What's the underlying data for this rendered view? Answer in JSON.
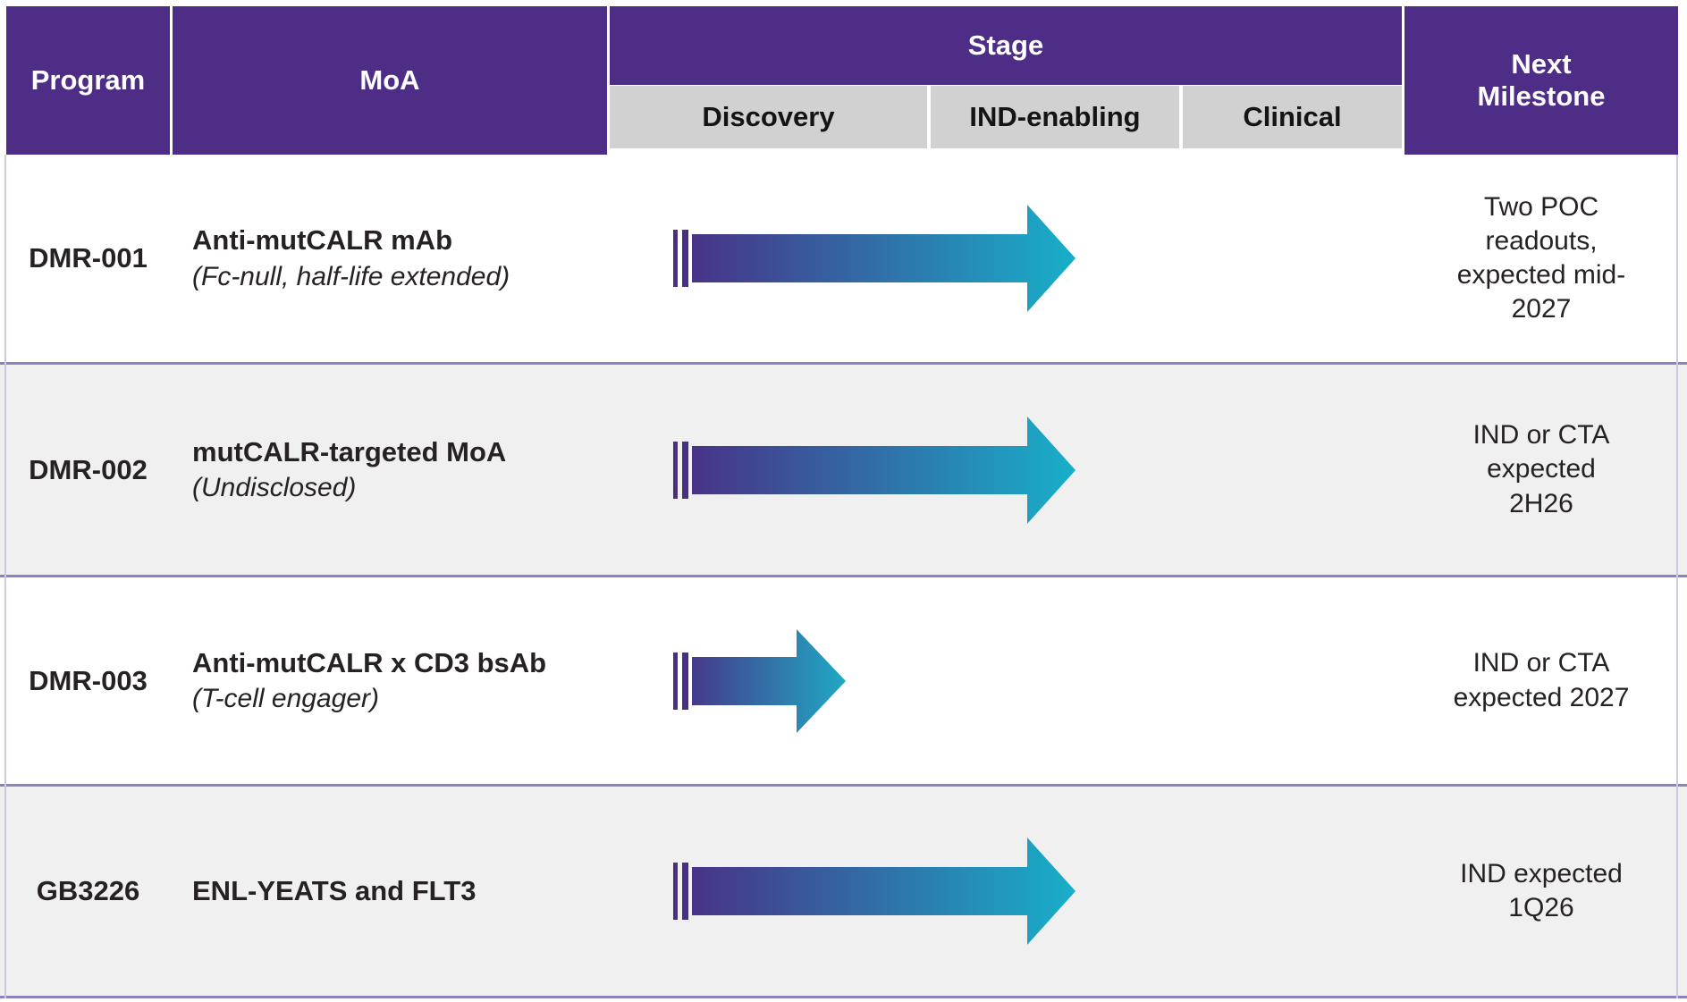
{
  "header": {
    "program": "Program",
    "moa": "MoA",
    "stage": "Stage",
    "stage_columns": [
      "Discovery",
      "IND-enabling",
      "Clinical"
    ],
    "next_milestone": "Next\nMilestone"
  },
  "colors": {
    "header_purple": "#4E2D87",
    "subheader_gray": "#D2D1D2",
    "row_alt_gray": "#F1F0F1",
    "divider_lavender": "#9181BB",
    "arrow_gradient_start": "#4A2D84",
    "arrow_gradient_end": "#18AFC9"
  },
  "rows": [
    {
      "program": "DMR-001",
      "moa_title": "Anti-mutCALR mAb",
      "moa_subtitle": "(Fc-null, half-life extended)",
      "stage_progress": "through Discovery into mid IND-enabling",
      "milestone": "Two POC\nreadouts,\nexpected mid-\n2027"
    },
    {
      "program": "DMR-002",
      "moa_title": "mutCALR-targeted MoA",
      "moa_subtitle": "(Undisclosed)",
      "stage_progress": "through Discovery into mid IND-enabling",
      "milestone": "IND or CTA\nexpected\n2H26"
    },
    {
      "program": "DMR-003",
      "moa_title": "Anti-mutCALR x CD3 bsAb",
      "moa_subtitle": "(T-cell engager)",
      "stage_progress": "within Discovery",
      "milestone": "IND or CTA\nexpected 2027"
    },
    {
      "program": "GB3226",
      "moa_title": "ENL-YEATS and FLT3",
      "moa_subtitle": "",
      "stage_progress": "through Discovery into mid IND-enabling",
      "milestone": "IND expected\n1Q26"
    }
  ]
}
